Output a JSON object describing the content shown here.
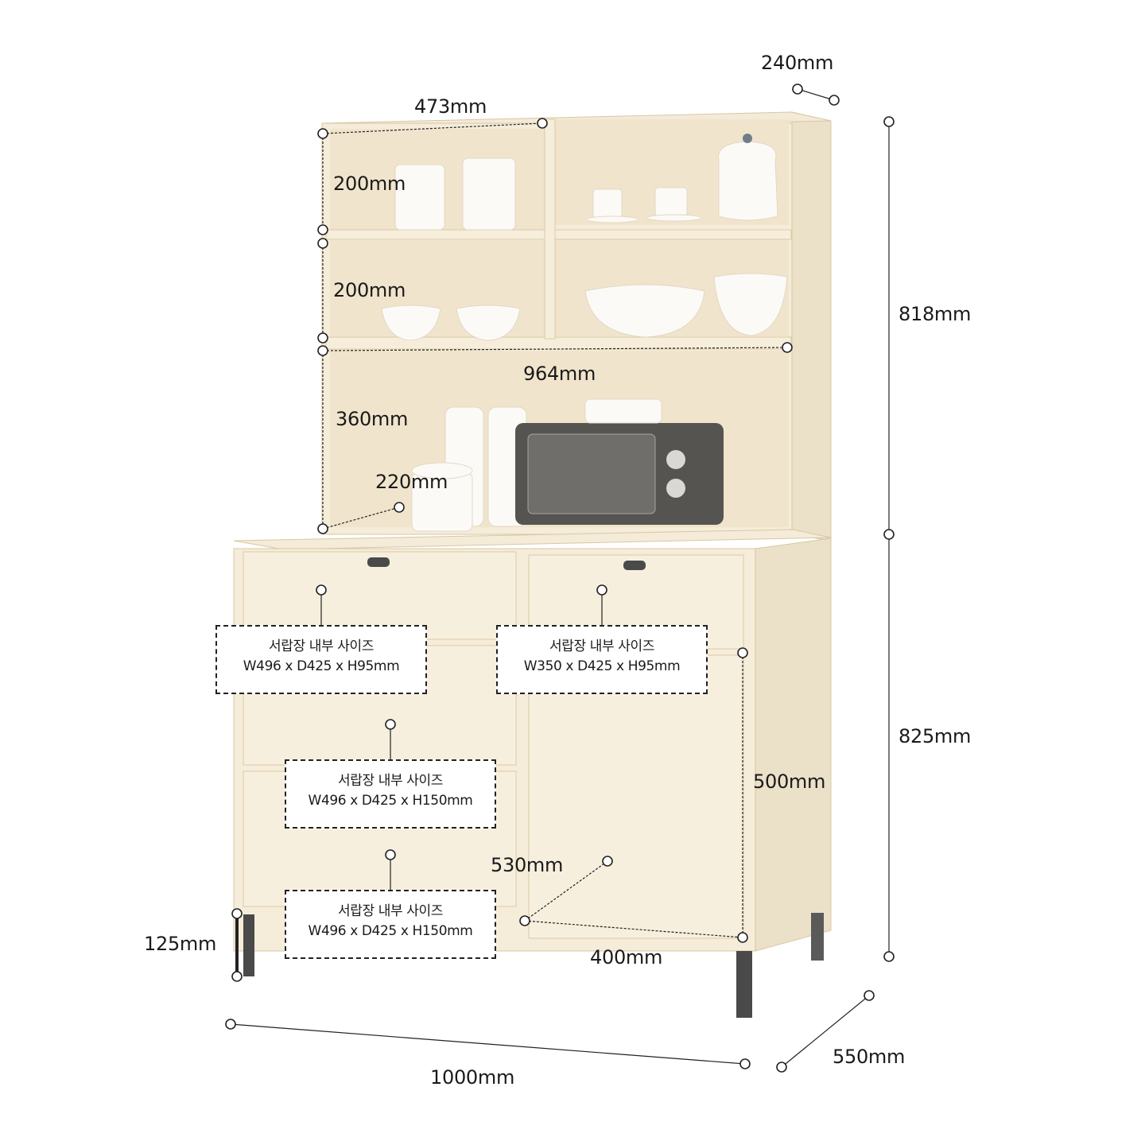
{
  "dimensions": {
    "depth_top": "240mm",
    "shelf_width": "473mm",
    "shelf_height_1": "200mm",
    "shelf_height_2": "200mm",
    "inner_width": "964mm",
    "open_height": "360mm",
    "shelf_depth": "220mm",
    "upper_height": "818mm",
    "lower_height": "825mm",
    "door_height": "500mm",
    "door_diagonal": "530mm",
    "door_width": "400mm",
    "leg_height": "125mm",
    "total_width": "1000mm",
    "total_depth": "550mm"
  },
  "callouts": [
    {
      "title": "서랍장 내부 사이즈",
      "size": "W496 x D425 x H95mm"
    },
    {
      "title": "서랍장 내부 사이즈",
      "size": "W350 x D425 x H95mm"
    },
    {
      "title": "서랍장 내부 사이즈",
      "size": "W496 x D425 x H150mm"
    },
    {
      "title": "서랍장 내부 사이즈",
      "size": "W496 x D425 x H150mm"
    }
  ],
  "colors": {
    "wood": "#f3ead8",
    "wood_dark": "#e8dcc2",
    "wood_line": "#d8c7a4",
    "interior": "#f0e4cc",
    "leg": "#4a4a4a",
    "line": "#222222"
  }
}
